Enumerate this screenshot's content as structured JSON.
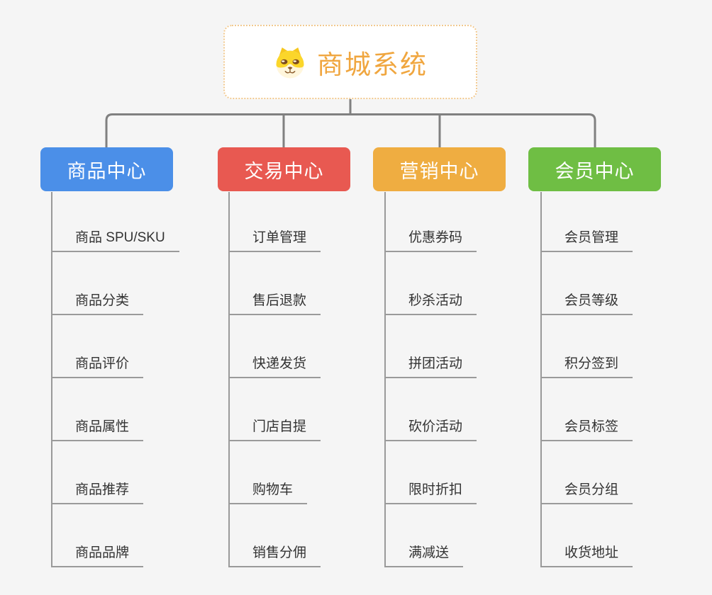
{
  "root": {
    "title": "商城系统",
    "icon": "dog-face-icon"
  },
  "colors": {
    "background": "#f5f5f5",
    "root_title": "#f0a63f",
    "root_border": "#f2c98f",
    "connector": "#808080",
    "leaf_line": "#9a9a9a",
    "leaf_text": "#333333",
    "branch_product": "#4b8fe8",
    "branch_trade": "#e85951",
    "branch_marketing": "#efad41",
    "branch_member": "#6fbe44"
  },
  "branches": [
    {
      "label": "商品中心",
      "color": "#4b8fe8",
      "items": [
        "商品 SPU/SKU",
        "商品分类",
        "商品评价",
        "商品属性",
        "商品推荐",
        "商品品牌"
      ]
    },
    {
      "label": "交易中心",
      "color": "#e85951",
      "items": [
        "订单管理",
        "售后退款",
        "快递发货",
        "门店自提",
        "购物车",
        "销售分佣"
      ]
    },
    {
      "label": "营销中心",
      "color": "#efad41",
      "items": [
        "优惠券码",
        "秒杀活动",
        "拼团活动",
        "砍价活动",
        "限时折扣",
        "满减送"
      ]
    },
    {
      "label": "会员中心",
      "color": "#6fbe44",
      "items": [
        "会员管理",
        "会员等级",
        "积分签到",
        "会员标签",
        "会员分组",
        "收货地址"
      ]
    }
  ]
}
